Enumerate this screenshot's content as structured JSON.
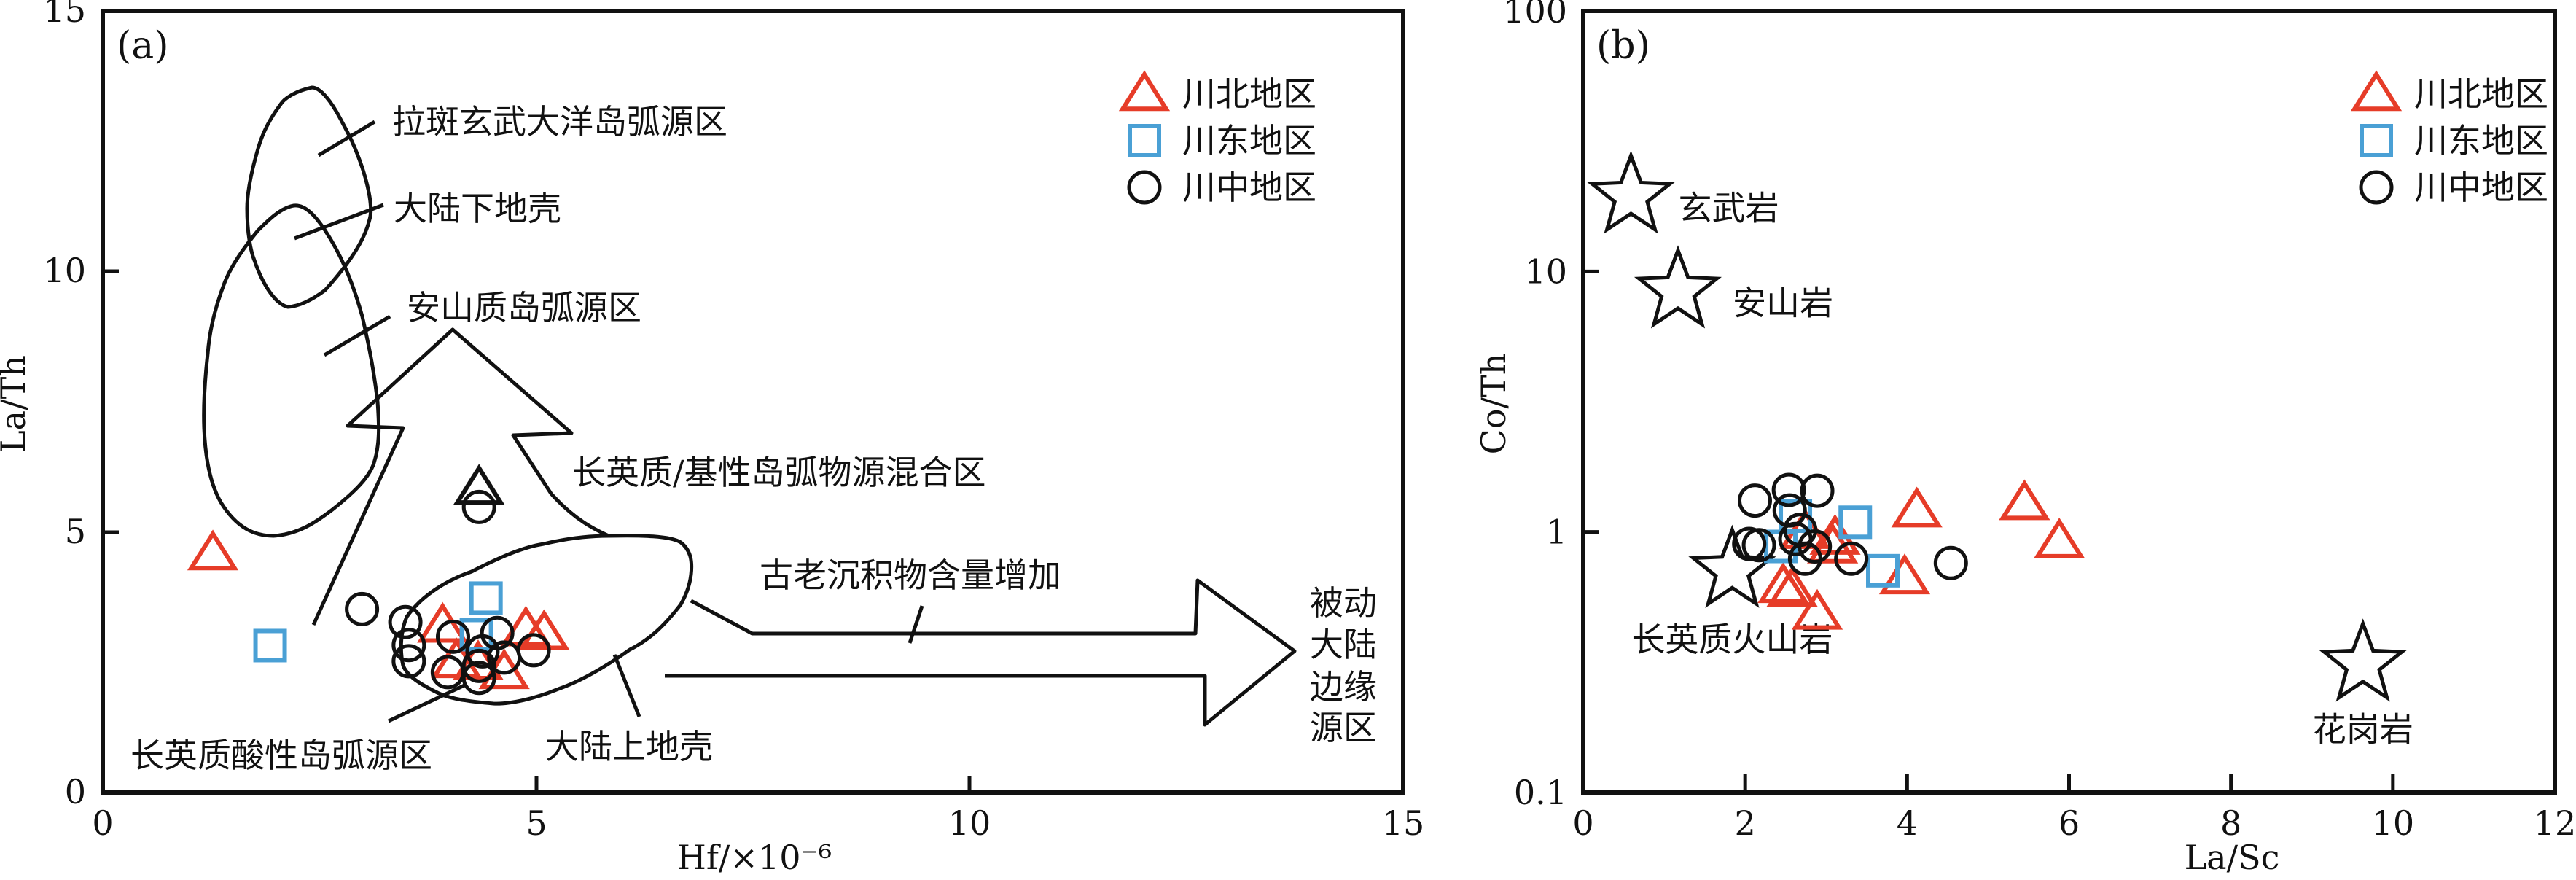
{
  "chart_data": [
    {
      "type": "scatter",
      "panel_label": "(a)",
      "xlabel": "Hf/×10⁻⁶",
      "ylabel": "La/Th",
      "xlim": [
        0,
        15
      ],
      "ylim": [
        0,
        15
      ],
      "xticks": [
        "0",
        "5",
        "10",
        "15"
      ],
      "yticks": [
        "0",
        "5",
        "10",
        "15"
      ],
      "grid": false,
      "legend_position": "top-right",
      "field_labels": {
        "tholeiite": "拉斑玄武大洋岛弧源区",
        "lower_crust": "大陆下地壳",
        "andesitic": "安山质岛弧源区",
        "mixing": "长英质/基性岛弧物源混合区",
        "sediment": "古老沉积物含量增加",
        "passive": [
          "被动",
          "大陆",
          "边缘",
          "源区"
        ],
        "upper_crust": "大陆上地壳",
        "felsic": "长英质酸性岛弧源区"
      },
      "series": [
        {
          "name": "川北地区",
          "marker": "triangle",
          "color": "#e63c28",
          "points": [
            [
              1.27,
              4.59
            ],
            [
              3.92,
              3.2
            ],
            [
              4.88,
              3.13
            ],
            [
              5.09,
              3.06
            ],
            [
              4.08,
              2.52
            ],
            [
              4.63,
              2.31
            ],
            [
              4.33,
              2.48
            ]
          ]
        },
        {
          "name": "川东地区",
          "marker": "square",
          "color": "#4aa0d5",
          "points": [
            [
              1.93,
              2.82
            ],
            [
              4.42,
              3.73
            ],
            [
              4.31,
              3.03
            ]
          ]
        },
        {
          "name": "川中地区",
          "marker": "circle",
          "color": "#111111",
          "points": [
            [
              4.34,
              5.48
            ],
            [
              2.99,
              3.52
            ],
            [
              3.49,
              3.27
            ],
            [
              3.53,
              2.83
            ],
            [
              3.53,
              2.52
            ],
            [
              4.04,
              2.99
            ],
            [
              4.55,
              3.06
            ],
            [
              4.38,
              2.71
            ],
            [
              4.34,
              2.43
            ],
            [
              4.63,
              2.59
            ],
            [
              4.97,
              2.73
            ],
            [
              3.98,
              2.31
            ],
            [
              4.34,
              2.2
            ]
          ]
        },
        {
          "name": "",
          "marker": "triangle",
          "color": "#111111",
          "points": [
            [
              4.34,
              5.85
            ]
          ]
        }
      ]
    },
    {
      "type": "scatter",
      "panel_label": "(b)",
      "xlabel": "La/Sc",
      "ylabel": "Co/Th",
      "xlim": [
        0,
        12
      ],
      "ylim": [
        0.1,
        100
      ],
      "yscale": "log",
      "xticks": [
        "0",
        "2",
        "4",
        "6",
        "8",
        "10",
        "12"
      ],
      "yticks": [
        "0.1",
        "1",
        "10",
        "100"
      ],
      "grid": false,
      "legend_position": "top-right",
      "references": [
        {
          "name": "玄武岩",
          "x": 0.59,
          "y": 19.4
        },
        {
          "name": "安山岩",
          "x": 1.17,
          "y": 8.4
        },
        {
          "name": "长英质火山岩",
          "x": 1.84,
          "y": 0.71
        },
        {
          "name": "花岗岩",
          "x": 9.63,
          "y": 0.31
        }
      ],
      "series": [
        {
          "name": "川北地区",
          "marker": "triangle",
          "color": "#e63c28",
          "points": [
            [
              4.12,
              1.21
            ],
            [
              5.45,
              1.29
            ],
            [
              5.88,
              0.92
            ],
            [
              3.11,
              0.95
            ],
            [
              3.08,
              0.88
            ],
            [
              2.74,
              1.0
            ],
            [
              3.97,
              0.67
            ],
            [
              2.47,
              0.62
            ],
            [
              2.58,
              0.6
            ],
            [
              2.89,
              0.49
            ]
          ]
        },
        {
          "name": "川东地区",
          "marker": "square",
          "color": "#4aa0d5",
          "points": [
            [
              2.62,
              1.15
            ],
            [
              3.36,
              1.09
            ],
            [
              2.44,
              0.88
            ],
            [
              3.7,
              0.71
            ]
          ]
        },
        {
          "name": "川中地区",
          "marker": "circle",
          "color": "#111111",
          "points": [
            [
              2.12,
              1.32
            ],
            [
              2.54,
              1.45
            ],
            [
              2.89,
              1.44
            ],
            [
              2.55,
              1.21
            ],
            [
              2.68,
              1.02
            ],
            [
              2.62,
              0.94
            ],
            [
              2.05,
              0.9
            ],
            [
              2.17,
              0.89
            ],
            [
              2.86,
              0.88
            ],
            [
              2.74,
              0.79
            ],
            [
              3.31,
              0.79
            ],
            [
              4.54,
              0.76
            ]
          ]
        }
      ]
    }
  ]
}
